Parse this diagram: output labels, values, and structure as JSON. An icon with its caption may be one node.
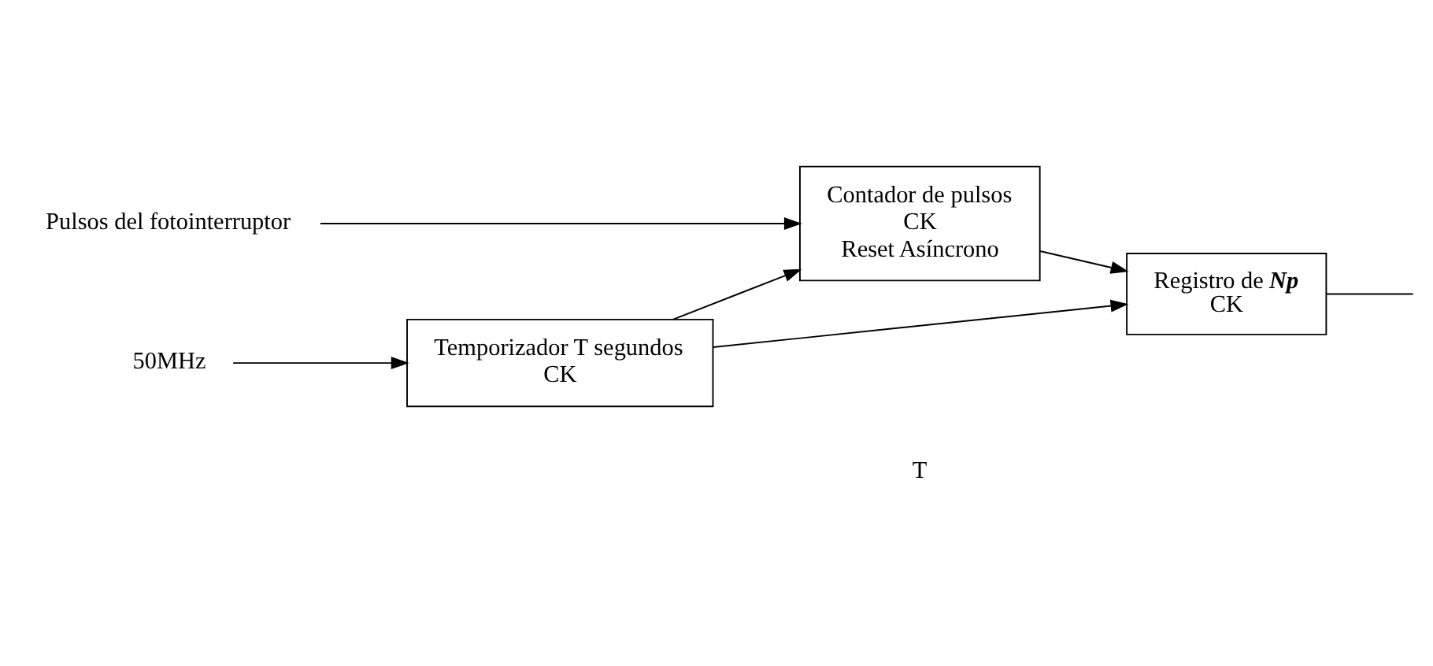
{
  "diagram": {
    "nodes": [
      {
        "text": [
          "Pulsos del fotointerruptor"
        ]
      },
      {
        "text": [
          "Contador de pulsos",
          "CK",
          "Reset Asíncrono"
        ]
      },
      {
        "text": [
          "Registro de **Np**",
          "CK"
        ]
      },
      {
        "text": [
          "50MHz"
        ]
      },
      {
        "text": [
          "Temporizador T segundos",
          "CK"
        ]
      }
    ],
    "edges": [
      {
        "from": 0,
        "to": 1,
        "arrow": "to"
      },
      {
        "from": 1,
        "to": 2,
        "arrow": "to"
      },
      {
        "from": 4,
        "to": 1,
        "arrow": "to"
      },
      {
        "from": 4,
        "to": 2,
        "arrow": "to"
      },
      {
        "from": 3,
        "to": 4,
        "arrow": "to"
      },
      {
        "from": 2,
        "to": null,
        "arrow": "none"
      }
    ],
    "labels": [
      "T"
    ]
  }
}
